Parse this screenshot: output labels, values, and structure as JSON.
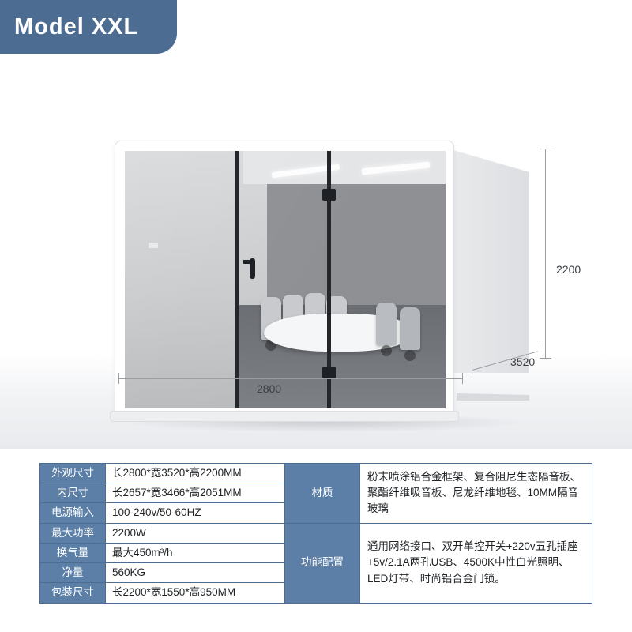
{
  "banner": {
    "title": "Model  XXL"
  },
  "dimensions": {
    "width_label": "2800",
    "depth_label": "3520",
    "height_label": "2200"
  },
  "specs": {
    "rows": [
      {
        "label": "外观尺寸",
        "value": "长2800*宽3520*高2200MM"
      },
      {
        "label": "内尺寸",
        "value": "长2657*宽3466*高2051MM"
      },
      {
        "label": "电源输入",
        "value": "100-240v/50-60HZ"
      },
      {
        "label": "最大功率",
        "value": "2200W"
      },
      {
        "label": "换气量",
        "value": "最大450m³/h"
      },
      {
        "label": "净量",
        "value": "560KG"
      },
      {
        "label": "包装尺寸",
        "value": "长2200*宽1550*高950MM"
      }
    ],
    "material": {
      "label": "材质",
      "value": "粉末喷涂铝合金框架、复合阻尼生态隔音板、聚酯纤维吸音板、尼龙纤维地毯、10MM隔音玻璃"
    },
    "features": {
      "label": "功能配置",
      "value": "通用网络接口、双开单控开关+220v五孔插座+5v/2.1A两孔USB、4500K中性白光照明、LED灯带、时尚铝合金门锁。"
    }
  },
  "colors": {
    "brand_blue": "#4d6c92",
    "table_header_blue": "#5b7fa6"
  }
}
